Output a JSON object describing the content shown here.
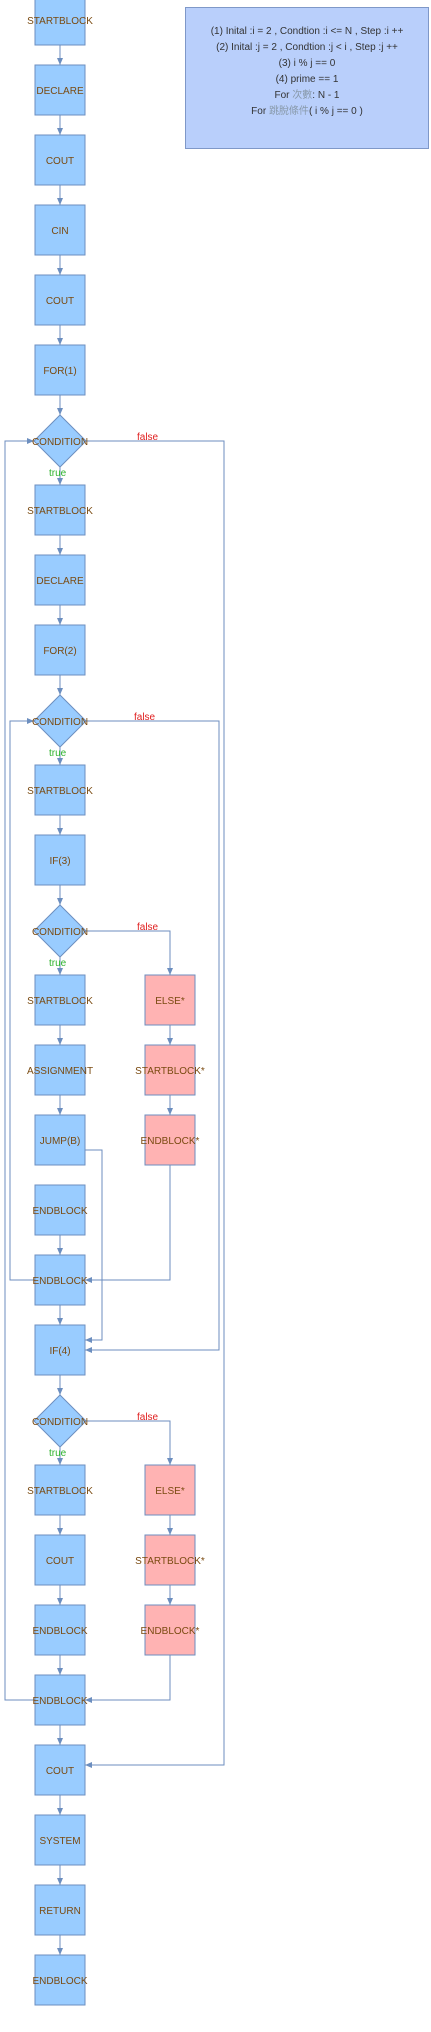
{
  "colors": {
    "block_fill": "#99ccff",
    "block_stroke": "#6c8ebf",
    "else_fill": "#ffb3b3",
    "edge": "#6c8ebf",
    "label_text": "#7a4a10",
    "true_text": "#2db32d",
    "false_text": "#e02020",
    "note_fill": "#b9cffb"
  },
  "nodes": [
    {
      "id": "n_start",
      "text": "STARTBLOCK"
    },
    {
      "id": "n_declare",
      "text": "DECLARE"
    },
    {
      "id": "n_cout1",
      "text": "COUT"
    },
    {
      "id": "n_cin",
      "text": "CIN"
    },
    {
      "id": "n_cout2",
      "text": "COUT"
    },
    {
      "id": "n_for1",
      "text": "FOR(1)"
    },
    {
      "id": "c1",
      "text": "CONDITION"
    },
    {
      "id": "n_sb2",
      "text": "STARTBLOCK"
    },
    {
      "id": "n_declare2",
      "text": "DECLARE"
    },
    {
      "id": "n_for2",
      "text": "FOR(2)"
    },
    {
      "id": "c2",
      "text": "CONDITION"
    },
    {
      "id": "n_sb3",
      "text": "STARTBLOCK"
    },
    {
      "id": "n_if3",
      "text": "IF(3)"
    },
    {
      "id": "c3",
      "text": "CONDITION"
    },
    {
      "id": "n_sb4",
      "text": "STARTBLOCK"
    },
    {
      "id": "n_assign",
      "text": "ASSIGNMENT"
    },
    {
      "id": "n_jump",
      "text": "JUMP(B)"
    },
    {
      "id": "n_eb1",
      "text": "ENDBLOCK"
    },
    {
      "id": "n_eb2",
      "text": "ENDBLOCK"
    },
    {
      "id": "e1",
      "text": "ELSE*"
    },
    {
      "id": "e2",
      "text": "STARTBLOCK*"
    },
    {
      "id": "e3",
      "text": "ENDBLOCK*"
    },
    {
      "id": "n_if4",
      "text": "IF(4)"
    },
    {
      "id": "c4",
      "text": "CONDITION"
    },
    {
      "id": "n_sb5",
      "text": "STARTBLOCK"
    },
    {
      "id": "n_cout3",
      "text": "COUT"
    },
    {
      "id": "n_eb3",
      "text": "ENDBLOCK"
    },
    {
      "id": "n_eb4",
      "text": "ENDBLOCK"
    },
    {
      "id": "e4",
      "text": "ELSE*"
    },
    {
      "id": "e5",
      "text": "STARTBLOCK*"
    },
    {
      "id": "e6",
      "text": "ENDBLOCK*"
    },
    {
      "id": "n_cout4",
      "text": "COUT"
    },
    {
      "id": "n_system",
      "text": "SYSTEM"
    },
    {
      "id": "n_return",
      "text": "RETURN"
    },
    {
      "id": "n_eb5",
      "text": "ENDBLOCK"
    }
  ],
  "edge_labels": {
    "true_label": "true",
    "false_label": "false"
  },
  "note": {
    "line1": "(1)  Inital :i = 2  , Condtion :i <= N , Step :i ++",
    "line2": "(2)  Inital :j = 2  , Condtion :j < i , Step :j ++",
    "line3": "(3) i % j == 0",
    "line4": "(4) prime == 1",
    "line5_prefix": "For ",
    "line5_cn": "次數",
    "line5_suffix": ": N - 1",
    "line6_prefix": "For ",
    "line6_cn": "跳脫條件",
    "line6_suffix": "( i % j == 0 )"
  }
}
